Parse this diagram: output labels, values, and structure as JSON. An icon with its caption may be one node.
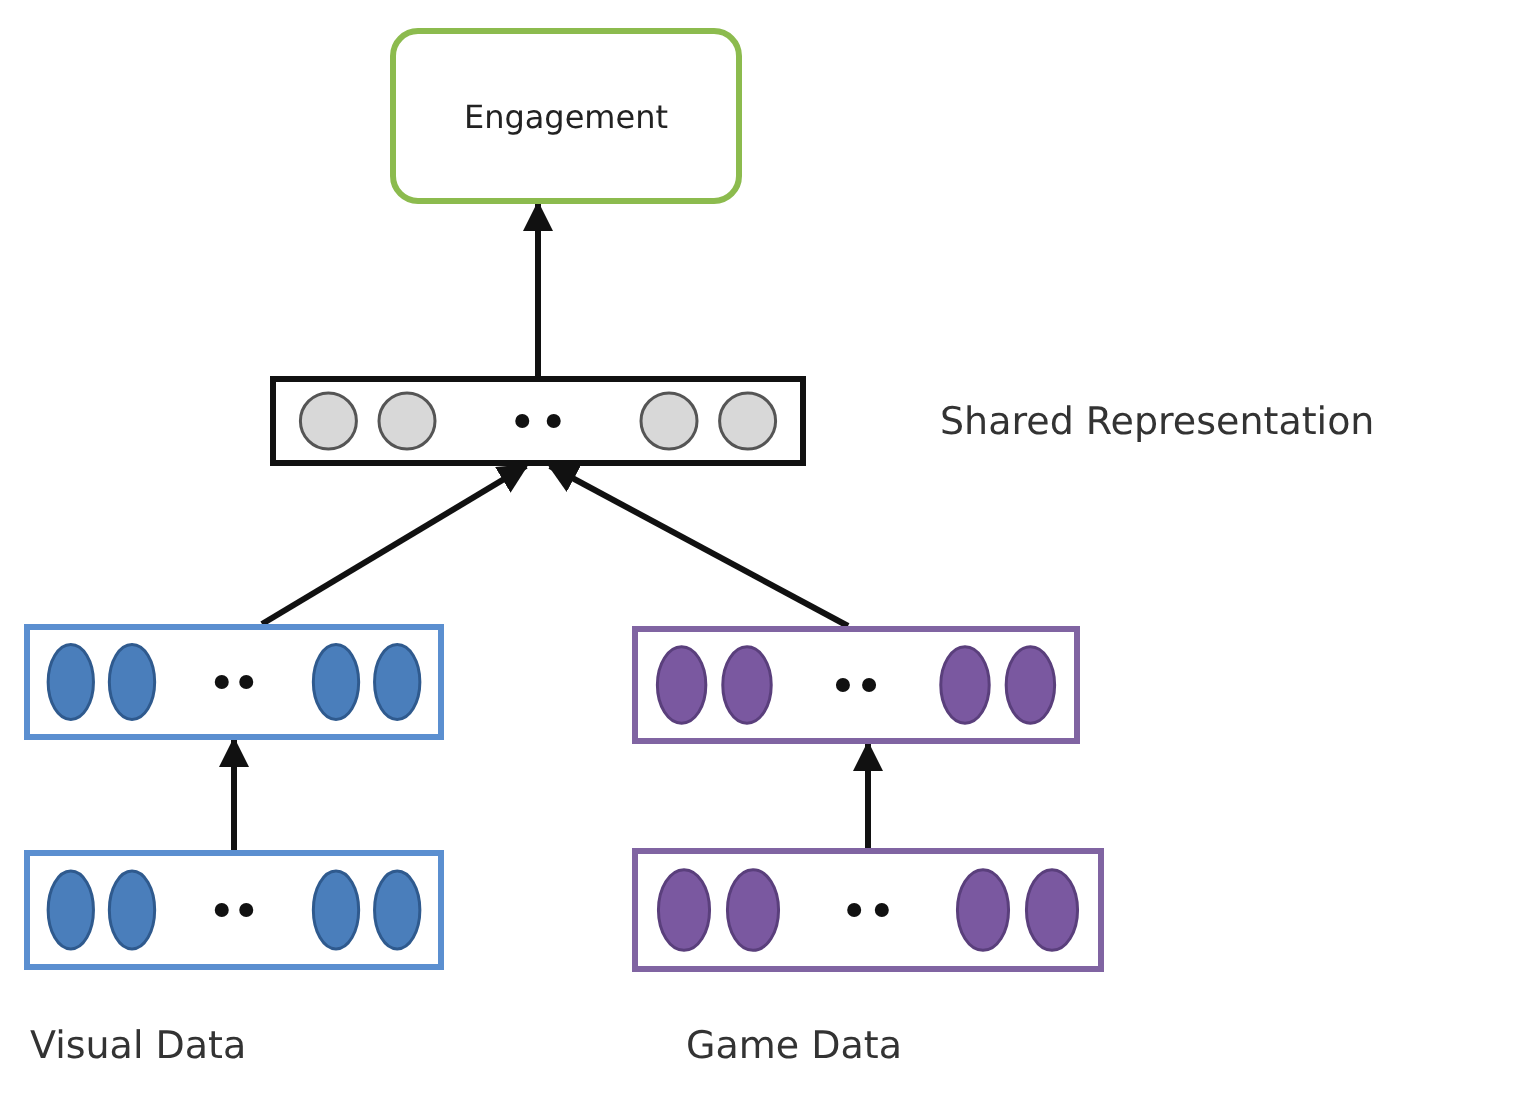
{
  "diagram": {
    "nodes": [
      {
        "text": [
          "Engagement"
        ]
      },
      {
        "text": [],
        "shape": "box",
        "beside": [
          "Shared Representation"
        ]
      },
      {
        "text": [],
        "shape": "box"
      },
      {
        "text": [],
        "shape": "box"
      },
      {
        "text": [],
        "shape": "box",
        "beside": [
          "Visual Data"
        ]
      },
      {
        "text": [],
        "shape": "box",
        "beside": [
          "Game Data"
        ]
      }
    ],
    "edges": [
      {
        "from": 4,
        "to": 2,
        "arrow": "to"
      },
      {
        "from": 5,
        "to": 3,
        "arrow": "to"
      },
      {
        "from": 2,
        "to": 1,
        "arrow": "to"
      },
      {
        "from": 3,
        "to": 1,
        "arrow": "to"
      },
      {
        "from": 1,
        "to": 0,
        "arrow": "to"
      }
    ]
  }
}
